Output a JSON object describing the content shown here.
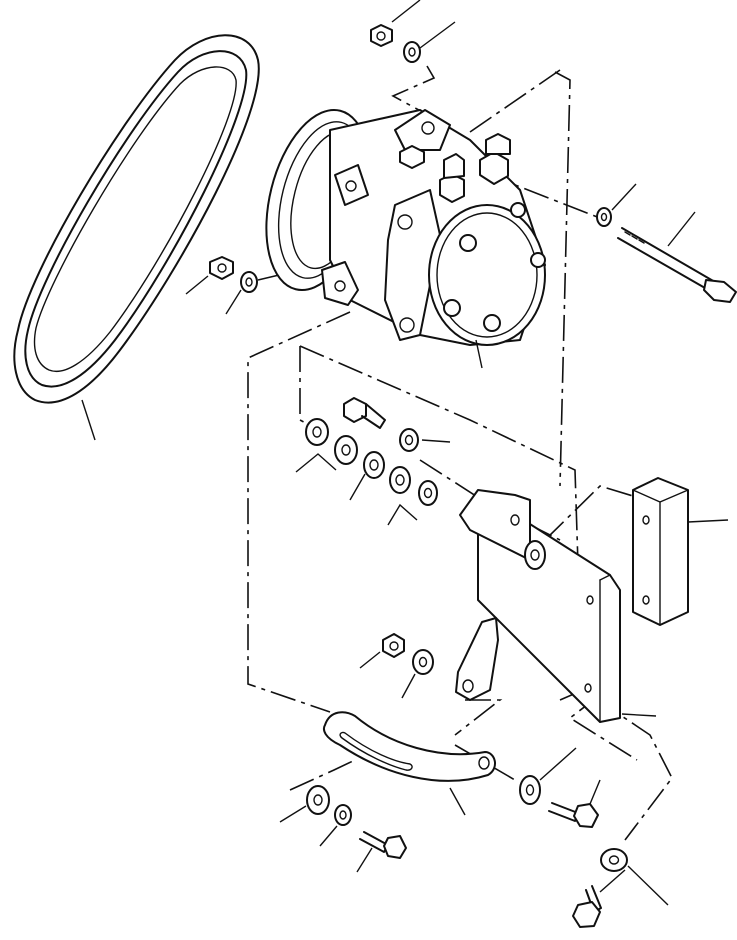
{
  "diagram": {
    "type": "exploded-parts-view",
    "parts": [
      {
        "name": "drive-belt"
      },
      {
        "name": "ac-compressor"
      },
      {
        "name": "mounting-bracket"
      },
      {
        "name": "spacer-block"
      },
      {
        "name": "adjusting-strap"
      },
      {
        "name": "pivot-arm"
      },
      {
        "name": "bolts"
      },
      {
        "name": "washers"
      },
      {
        "name": "nuts"
      }
    ]
  }
}
